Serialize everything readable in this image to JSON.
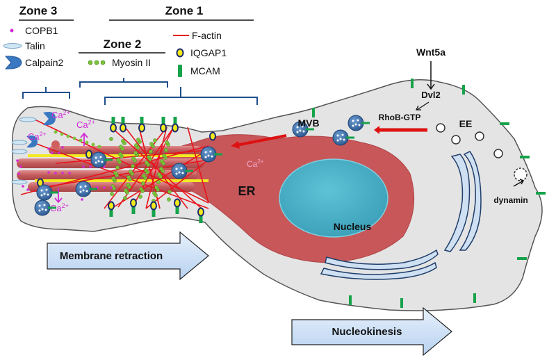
{
  "zones": {
    "zone3": "Zone 3",
    "zone2": "Zone 2",
    "zone1": "Zone 1"
  },
  "legend": {
    "copb1": "COPB1",
    "talin": "Talin",
    "calpain2": "Calpain2",
    "myosin": "Myosin II",
    "factin": "F-actin",
    "iqgap1": "IQGAP1",
    "mcam": "MCAM"
  },
  "labels": {
    "wnt5a": "Wnt5a",
    "dvl2": "Dvl2",
    "rhob": "RhoB-GTP",
    "mvb": "MVB",
    "ee": "EE",
    "dynamin": "dynamin",
    "er": "ER",
    "nucleus": "Nucleus",
    "ca_base": "Ca",
    "ca_sup": "2+"
  },
  "arrows": {
    "membrane_retraction": "Membrane retraction",
    "nucleokinesis": "Nucleokinesis"
  },
  "colors": {
    "cell": "#e4e4e4",
    "er": "#c8575a",
    "nucleus": "#4bb3c9",
    "actin": "#e8141c",
    "myosin": "#7cc23a",
    "iqgap_fill": "#f2ea1a",
    "iqgap_ring": "#1a2a6e",
    "mcam": "#16a34a",
    "copb1": "#d22ad8",
    "vesicle": "#3a6fae",
    "golgi": "#cfe0f3",
    "bracket": "#1f4e8c",
    "arrow_fill": "#d6e6fa"
  }
}
